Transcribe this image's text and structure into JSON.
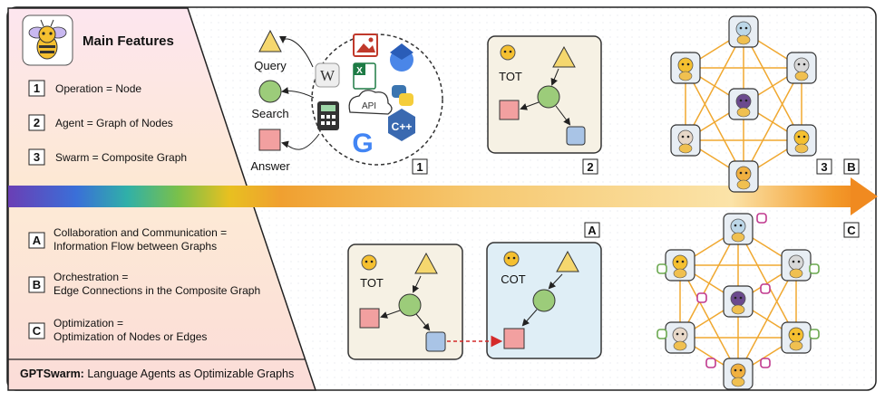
{
  "header": {
    "title": "Main Features"
  },
  "features": [
    {
      "key": "1",
      "text": "Operation = Node"
    },
    {
      "key": "2",
      "text": "Agent = Graph of Nodes"
    },
    {
      "key": "3",
      "text": "Swarm = Composite Graph"
    }
  ],
  "optimizations": [
    {
      "key": "A",
      "line1": "Collaboration and Communication =",
      "line2": "Information Flow between Graphs"
    },
    {
      "key": "B",
      "line1": "Orchestration =",
      "line2": "Edge Connections in the Composite Graph"
    },
    {
      "key": "C",
      "line1": "Optimization =",
      "line2": "Optimization of Nodes or Edges"
    }
  ],
  "footer": {
    "bold": "GPTSwarm:",
    "rest": " Language Agents as Optimizable Graphs"
  },
  "operations": {
    "query": "Query",
    "search": "Search",
    "answer": "Answer",
    "api": "API"
  },
  "panels": {
    "p1": "1",
    "p2": "2",
    "p3": "3",
    "pB": "B",
    "pA": "A",
    "pC": "C",
    "tot": "TOT",
    "cot": "COT"
  },
  "colors": {
    "triangle": "#f5d76e",
    "circle": "#9ccc7a",
    "square": "#f2a0a0",
    "blue_square": "#a9c4e6",
    "edge": "#f0a830",
    "panel_bg": "#f6f1e4",
    "cot_bg": "#dfeef6"
  }
}
